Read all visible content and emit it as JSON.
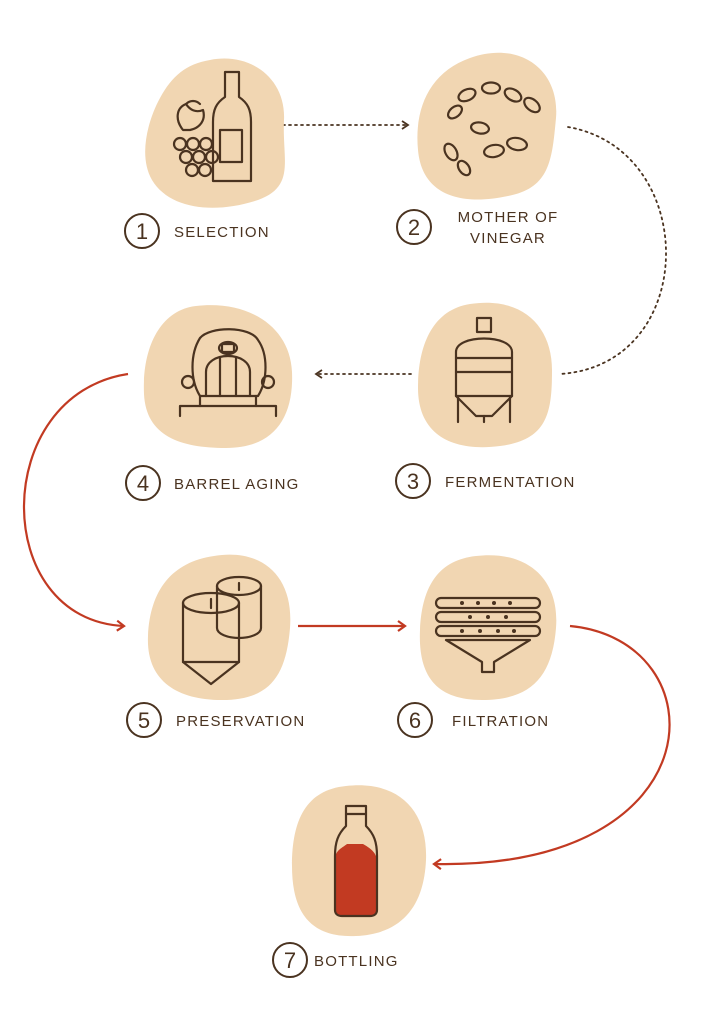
{
  "steps": [
    {
      "number": "1",
      "label": "SELECTION"
    },
    {
      "number": "2",
      "label_line1": "MOTHER OF",
      "label_line2": "VINEGAR"
    },
    {
      "number": "3",
      "label": "FERMENTATION"
    },
    {
      "number": "4",
      "label": "BARREL AGING"
    },
    {
      "number": "5",
      "label": "PRESERVATION"
    },
    {
      "number": "6",
      "label": "FILTRATION"
    },
    {
      "number": "7",
      "label": "BOTTLING"
    }
  ],
  "colors": {
    "blob": "#f1d6b2",
    "ink": "#4a3320",
    "accent": "#c23a22"
  },
  "icons": {
    "step1": "wine-bottle-grapes-icon",
    "step2": "bacteria-icon",
    "step3": "fermentation-tank-icon",
    "step4": "barrel-icon",
    "step5": "storage-tanks-icon",
    "step6": "filter-icon",
    "step7": "bottle-icon"
  }
}
